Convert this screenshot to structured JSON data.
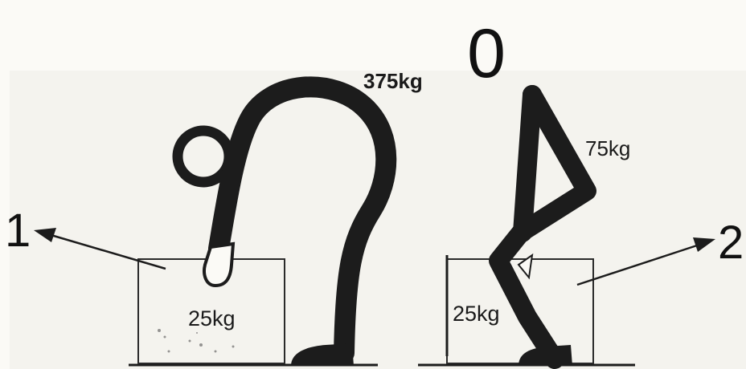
{
  "figure": {
    "title": "0",
    "left_figure": {
      "spine_load": "375kg",
      "box_load": "25kg",
      "marker": "1"
    },
    "right_figure": {
      "spine_load": "75kg",
      "box_load": "25kg",
      "marker": "2"
    }
  },
  "colors": {
    "background": "#fbfaf6",
    "panel": "#f4f3ee",
    "ink": "#1c1c1c"
  }
}
